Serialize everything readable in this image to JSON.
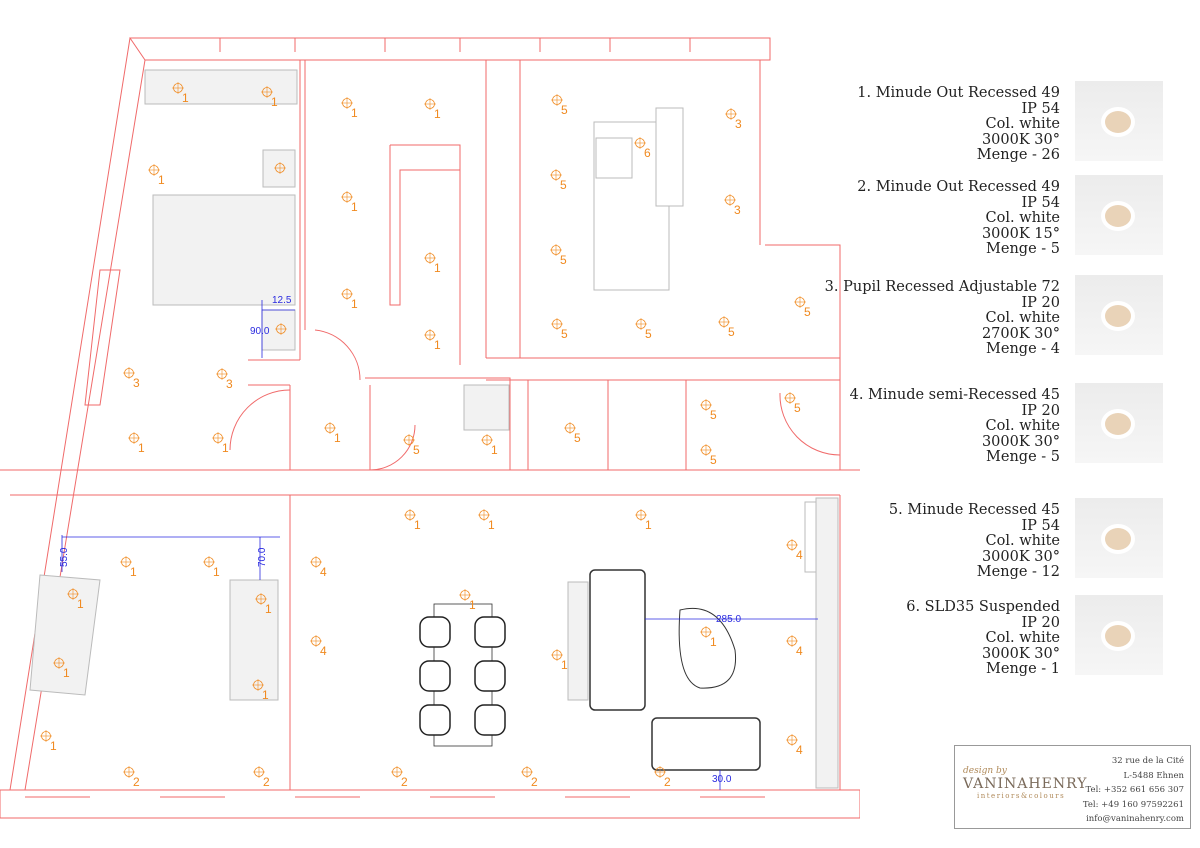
{
  "legend": [
    {
      "title": "1. Minude Out Recessed 49",
      "ip": "IP 54",
      "color": "Col. white",
      "temp": "3000K 30°",
      "qty": "Menge - 26"
    },
    {
      "title": "2. Minude Out Recessed 49",
      "ip": "IP 54",
      "color": "Col. white",
      "temp": "3000K 15°",
      "qty": "Menge - 5"
    },
    {
      "title": "3. Pupil Recessed Adjustable 72",
      "ip": "IP 20",
      "color": "Col. white",
      "temp": "2700K 30°",
      "qty": "Menge - 4"
    },
    {
      "title": "4. Minude semi-Recessed 45",
      "ip": "IP 20",
      "color": "Col. white",
      "temp": "3000K 30°",
      "qty": "Menge - 5"
    },
    {
      "title": "5. Minude Recessed 45",
      "ip": "IP 54",
      "color": "Col. white",
      "temp": "3000K 30°",
      "qty": "Menge - 12"
    },
    {
      "title": "6. SLD35 Suspended",
      "ip": "IP 20",
      "color": "Col. white",
      "temp": "3000K 30°",
      "qty": "Menge - 1"
    }
  ],
  "dimensions": [
    "12.5",
    "90.0",
    "55.0",
    "70.0",
    "285.0",
    "30.0"
  ],
  "fixtures": [
    "1",
    "1",
    "1",
    "",
    "",
    "3",
    "3",
    "1",
    "1",
    "1",
    "1",
    "1",
    "1",
    "1",
    "1",
    "5",
    "3",
    "6",
    "5",
    "3",
    "5",
    "5",
    "5",
    "5",
    "5",
    "5",
    "1",
    "1",
    "5",
    "5",
    "5",
    "5",
    "1",
    "1",
    "1",
    "4",
    "4",
    "1",
    "1",
    "1",
    "4",
    "4",
    "4",
    "1",
    "1",
    "1",
    "1",
    "1",
    "1",
    "1",
    "2",
    "2",
    "2",
    "2",
    "2"
  ],
  "contact": {
    "address": "32 rue de la Cité",
    "city": "L-5488 Ehnen",
    "tel1": "Tel: +352 661 656 307",
    "tel2": "Tel: +49 160 97592261",
    "email": "info@vaninahenry.com"
  },
  "logo": {
    "script": "design by",
    "name": "VANINAHENRY",
    "sub": "interiors&colours"
  },
  "colors": {
    "wall": "#f06a6a",
    "fixture": "#f08a20",
    "dimension": "#2a2ae0"
  }
}
